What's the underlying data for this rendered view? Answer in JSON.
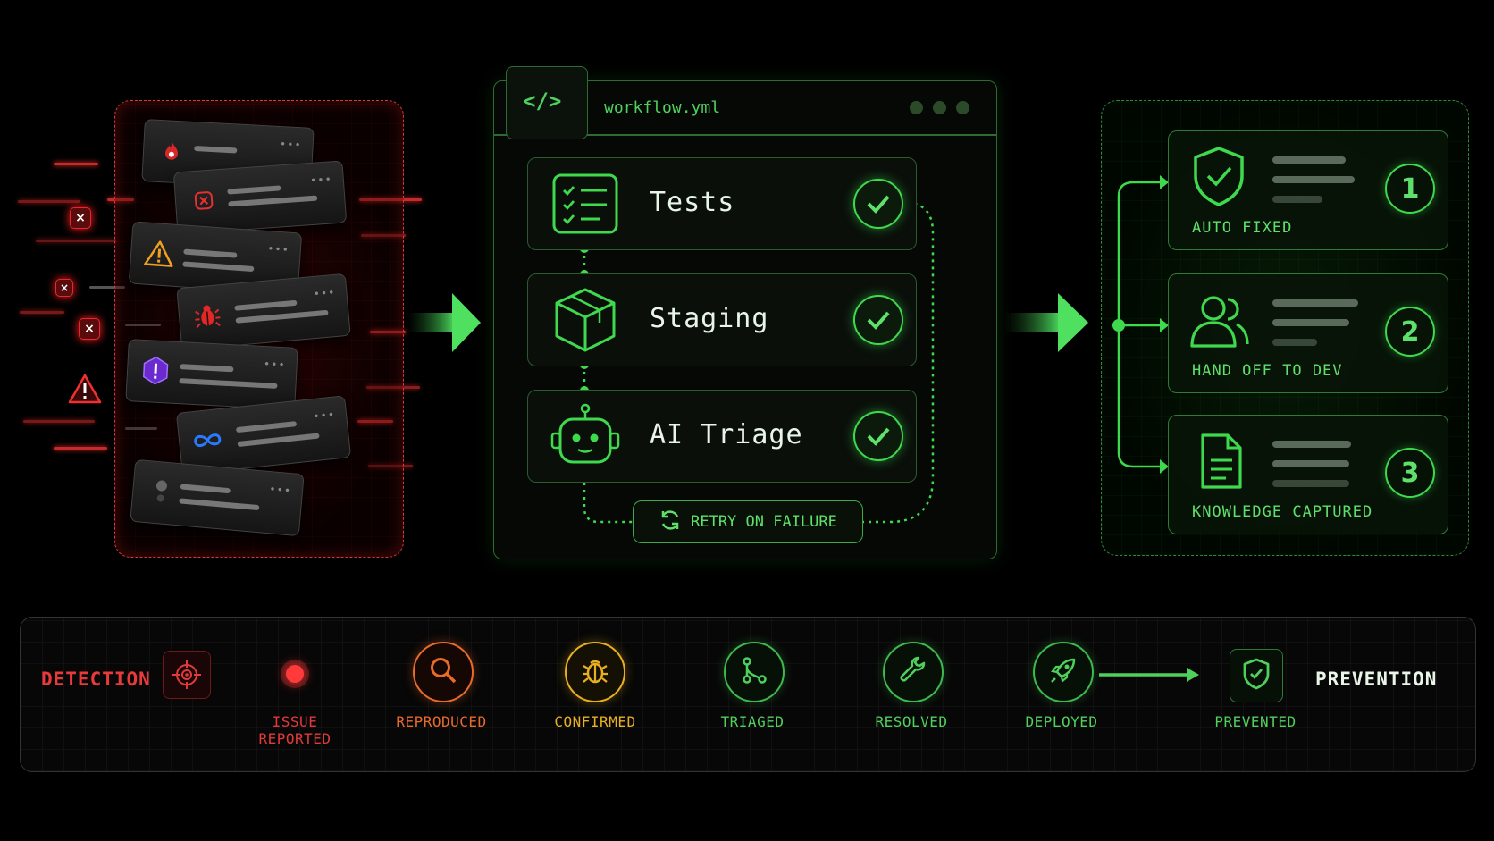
{
  "workflow": {
    "filename": "workflow.yml",
    "code_icon": "</>",
    "steps": [
      {
        "label": "Tests",
        "icon": "checklist-icon",
        "status": "passed"
      },
      {
        "label": "Staging",
        "icon": "package-icon",
        "status": "passed"
      },
      {
        "label": "AI Triage",
        "icon": "robot-icon",
        "status": "passed"
      }
    ],
    "retry_label": "RETRY ON FAILURE"
  },
  "incoming": {
    "cards": [
      "fire-alert-icon",
      "error-x-icon",
      "warning-icon",
      "bug-icon",
      "exclamation-icon",
      "loop-icon",
      "blank-icon"
    ]
  },
  "outcomes": [
    {
      "number": "1",
      "label": "AUTO FIXED",
      "icon": "shield-check-icon"
    },
    {
      "number": "2",
      "label": "HAND OFF TO DEV",
      "icon": "users-icon"
    },
    {
      "number": "3",
      "label": "KNOWLEDGE CAPTURED",
      "icon": "document-icon"
    }
  ],
  "timeline": {
    "start": "DETECTION",
    "end": "PREVENTION",
    "stages": [
      {
        "label_line1": "ISSUE",
        "label_line2": "REPORTED",
        "color": "#e23a3a",
        "icon": "dot-icon"
      },
      {
        "label_line1": "REPRODUCED",
        "label_line2": "",
        "color": "#ea6a2a",
        "icon": "search-icon"
      },
      {
        "label_line1": "CONFIRMED",
        "label_line2": "",
        "color": "#e8b020",
        "icon": "bug-icon"
      },
      {
        "label_line1": "TRIAGED",
        "label_line2": "",
        "color": "#4fd05c",
        "icon": "branch-icon"
      },
      {
        "label_line1": "RESOLVED",
        "label_line2": "",
        "color": "#4fd05c",
        "icon": "wrench-icon"
      },
      {
        "label_line1": "DEPLOYED",
        "label_line2": "",
        "color": "#4fd05c",
        "icon": "rocket-icon"
      },
      {
        "label_line1": "PREVENTED",
        "label_line2": "",
        "color": "#4fd05c",
        "icon": "shield-check-icon"
      }
    ]
  }
}
